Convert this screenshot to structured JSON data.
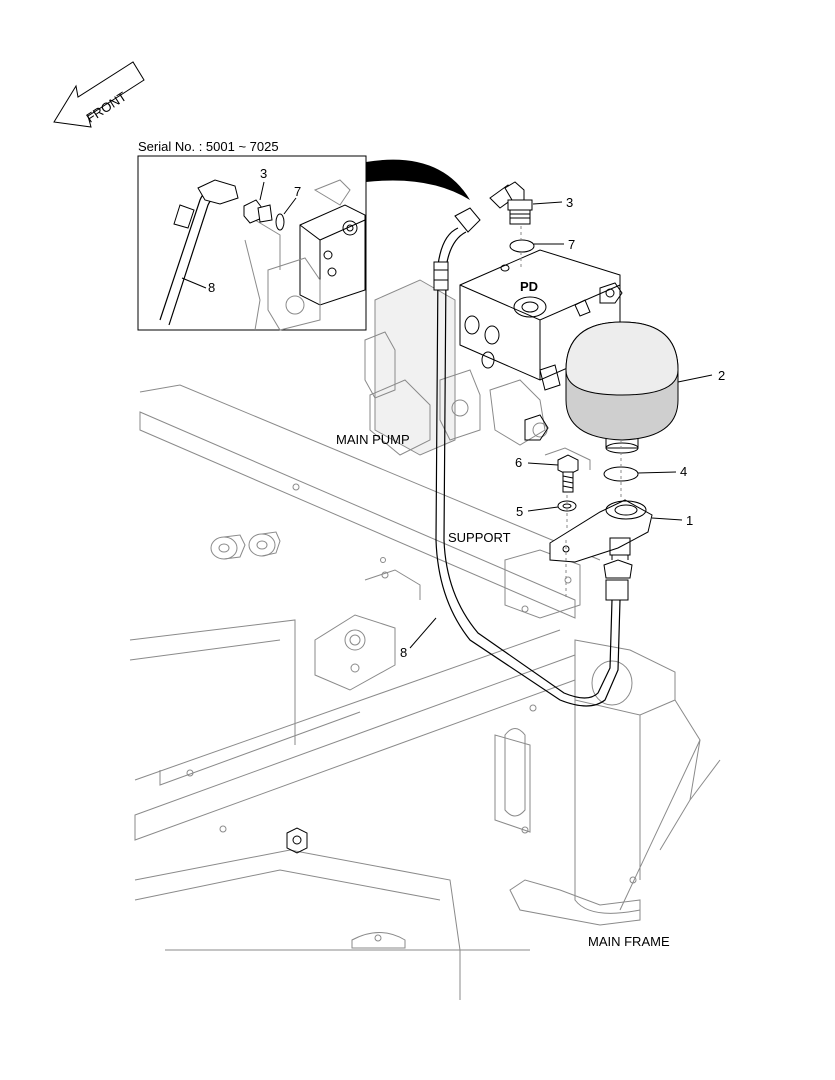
{
  "diagram": {
    "front_label": "FRONT",
    "inset_caption": "Serial No. : 5001 ~ 7025",
    "inset_callouts": [
      "3",
      "7",
      "8"
    ],
    "main_callouts": [
      "3",
      "7",
      "2",
      "4",
      "1",
      "6",
      "5",
      "8"
    ],
    "port_label": "PD",
    "labels": {
      "main_pump": "MAIN PUMP",
      "support": "SUPPORT",
      "main_frame": "MAIN FRAME"
    }
  }
}
